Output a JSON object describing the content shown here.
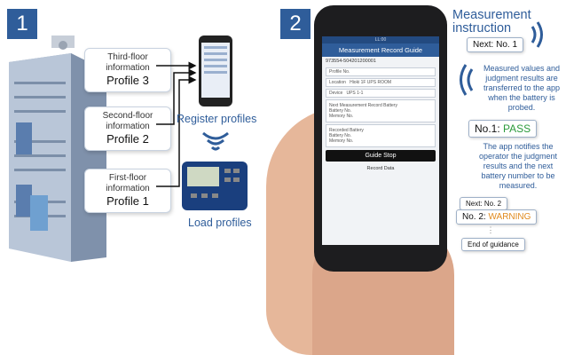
{
  "badges": {
    "one": "1",
    "two": "2"
  },
  "profiles": [
    {
      "caption_1": "Third-floor",
      "caption_2": "information",
      "name": "Profile 3"
    },
    {
      "caption_1": "Second-floor",
      "caption_2": "information",
      "name": "Profile 2"
    },
    {
      "caption_1": "First-floor",
      "caption_2": "information",
      "name": "Profile 1"
    }
  ],
  "labels": {
    "register": "Register profiles",
    "load": "Load profiles"
  },
  "phone_screen": {
    "header": "Measurement Record Guide",
    "status": "LL:00",
    "serial": "973554-504201200001",
    "rows": [
      "Profile No.",
      "Location",
      "Device"
    ],
    "location_value": "Hioki 1F UPS ROOM",
    "device_value": "UPS 1-1",
    "next_title": "Next Measurement Record Battery",
    "next_fields": [
      "Battery No.",
      "Memory No."
    ],
    "recorded_title": "Recorded Battery",
    "guide_stop": "Guide Stop",
    "record_data": "Record Data"
  },
  "right": {
    "title_1": "Measurement",
    "title_2": "instruction",
    "next1": "Next: No. 1",
    "measured_text": "Measured values and judgment results are transferred to the app when the battery is probed.",
    "pass_prefix": "No.1: ",
    "pass_value": "PASS",
    "notify_text": "The app notifies the operator the judgment results and the next battery number to be measured.",
    "next2": "Next: No. 2",
    "warn_prefix": "No. 2: ",
    "warn_value": "WARNING",
    "end": "End of guidance"
  },
  "colors": {
    "accent": "#2f5d9a",
    "pass": "#2a9a3a",
    "warning": "#e08a1e"
  }
}
